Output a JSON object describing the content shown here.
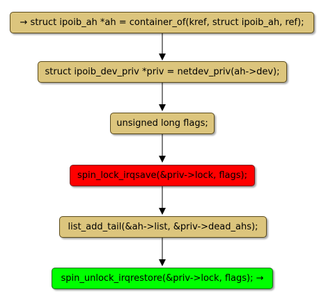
{
  "diagram": {
    "nodes": [
      {
        "label": "→ struct ipoib_ah *ah = container_of(kref, struct ipoib_ah, ref);",
        "fill": "#dcc57d"
      },
      {
        "label": "struct ipoib_dev_priv *priv = netdev_priv(ah->dev);",
        "fill": "#dcc57d"
      },
      {
        "label": "unsigned long flags;",
        "fill": "#dcc57d"
      },
      {
        "label": "spin_lock_irqsave(&priv->lock, flags);",
        "fill": "#ff0000"
      },
      {
        "label": "list_add_tail(&ah->list, &priv->dead_ahs);",
        "fill": "#dcc57d"
      },
      {
        "label": "spin_unlock_irqrestore(&priv->lock, flags); →",
        "fill": "#00ff00"
      }
    ]
  }
}
